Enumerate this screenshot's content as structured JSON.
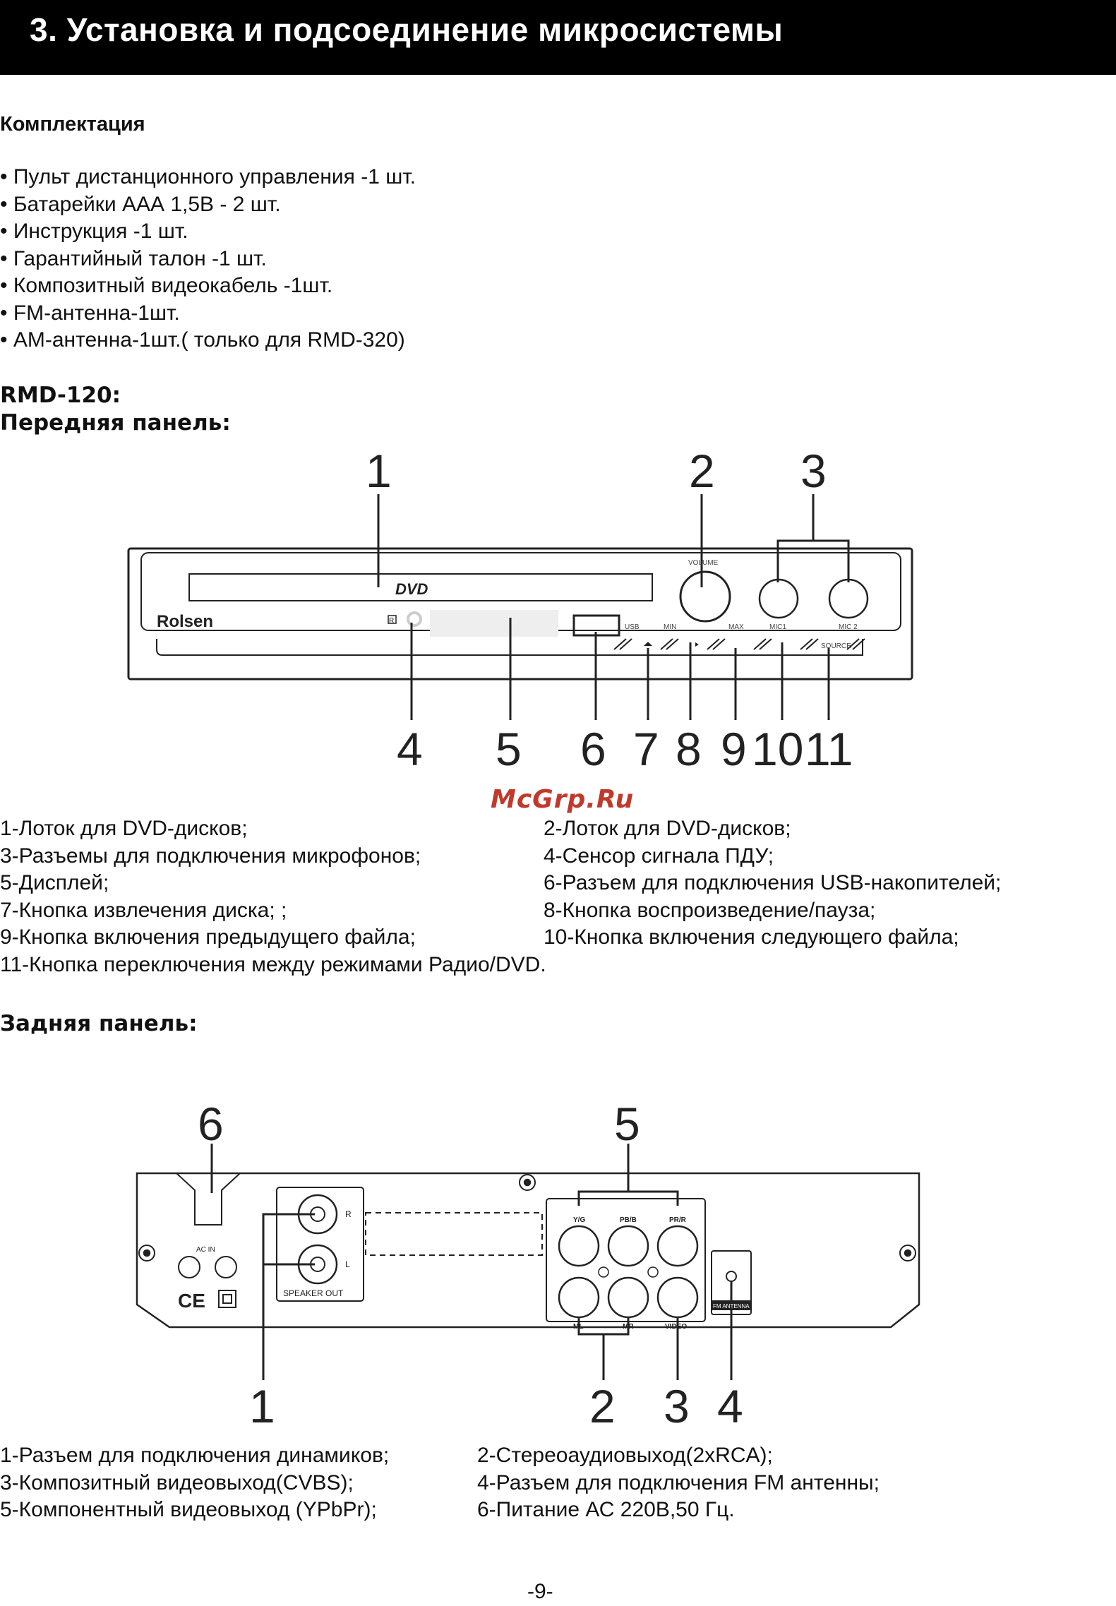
{
  "header": {
    "title": "3. Установка и подсоединение микросистемы"
  },
  "package": {
    "heading": "Комплектация",
    "items": [
      "• Пульт дистанционного управления -1 шт.",
      "• Батарейки ААА 1,5В - 2 шт.",
      "• Инструкция -1 шт.",
      "• Гарантийный талон -1 шт.",
      "• Композитный видеокабель -1шт.",
      "• FM-антенна-1шт.",
      "• АМ-антенна-1шт.( только для RMD-320)"
    ]
  },
  "model": {
    "name": "RMD-120:",
    "front_heading": "Передняя панель:",
    "rear_heading": "Задняя панель:"
  },
  "front_panel": {
    "brand": "Rolsen",
    "dvd_logo": "DVD",
    "ir_mark": "R",
    "labels": {
      "volume": "VOLUME",
      "usb": "USB",
      "min": "MIN",
      "max": "MAX",
      "mic1": "MIC1",
      "mic2": "MIC 2",
      "source": "SOURCE"
    },
    "callouts_top": [
      "1",
      "2",
      "3"
    ],
    "callouts_bottom": [
      "4",
      "5",
      "6",
      "7",
      "8",
      "9",
      "10",
      "11"
    ]
  },
  "front_legend": {
    "left": [
      "1-Лоток для DVD-дисков;",
      "3-Разъемы для подключения микрофонов;",
      "5-Дисплей;",
      "7-Кнопка извлечения диска; ;",
      "9-Кнопка включения предыдущего файла;",
      "11-Кнопка переключения между режимами Радио/DVD."
    ],
    "right": [
      "2-Лоток для DVD-дисков;",
      "4-Сенсор сигнала ПДУ;",
      "6-Разъем для подключения USB-накопителей;",
      "8-Кнопка воспроизведение/пауза;",
      "10-Кнопка включения следующего файла;"
    ]
  },
  "watermark": "McGrp.Ru",
  "rear_panel": {
    "labels": {
      "ac_in": "AC IN",
      "speaker_out": "SPEAKER OUT",
      "r": "R",
      "l": "L",
      "yg": "Y/G",
      "pbb": "PB/B",
      "prr": "PR/R",
      "ml": "ML",
      "mr": "MR",
      "video": "VIDEO",
      "fm_antenna": "FM ANTENNA"
    },
    "callouts_top": [
      "6",
      "5"
    ],
    "callouts_bottom": [
      "1",
      "2",
      "3",
      "4"
    ]
  },
  "rear_legend": {
    "left": [
      "1-Разъем для подключения динамиков;",
      "3-Композитный видеовыход(CVBS);",
      "5-Компонентный видеовыход (YPbPr);"
    ],
    "right": [
      "2-Стереоаудиовыход(2xRCA);",
      "4-Разъем для подключения FM антенны;",
      "6-Питание АС 220В,50 Гц."
    ]
  },
  "page_number": "-9-"
}
